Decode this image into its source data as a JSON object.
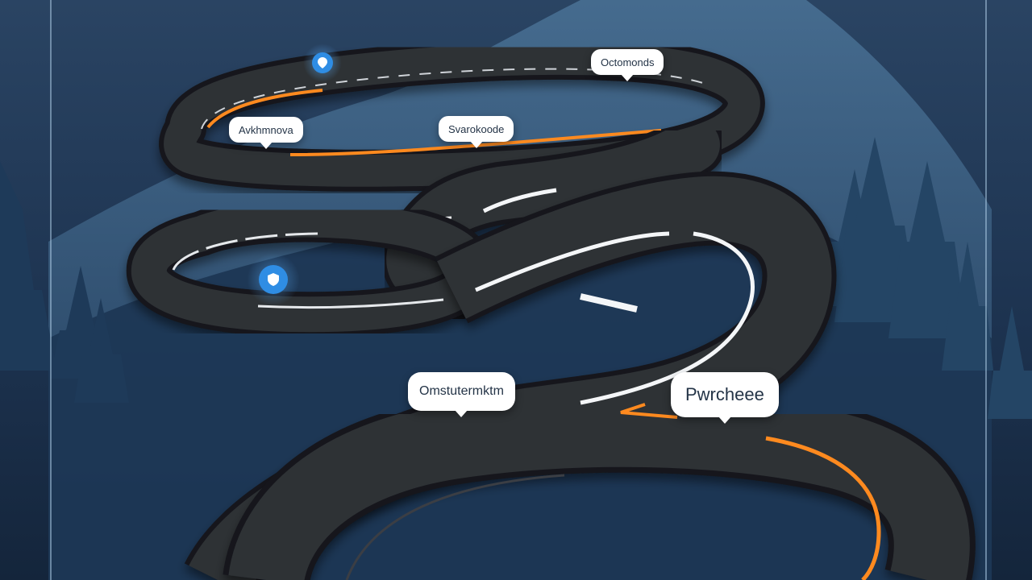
{
  "labels": {
    "top_right": "Octomonds",
    "upper_left": "Avkhmnova",
    "upper_center": "Svarokoode",
    "lower_left": "Omstutermktm",
    "lower_right": "Pwrcheee"
  },
  "icons": {
    "pin_top": "location-pin-icon",
    "pin_middle": "shield-pin-icon"
  },
  "colors": {
    "background": "#1f3550",
    "road": "#2a2c31",
    "road_edge": "#15171b",
    "lane_marking": "#ffffff",
    "route_highlight": "#ff8a1f",
    "pin_blue": "#2f8de4",
    "bubble": "#ffffff",
    "bubble_text": "#243447"
  }
}
